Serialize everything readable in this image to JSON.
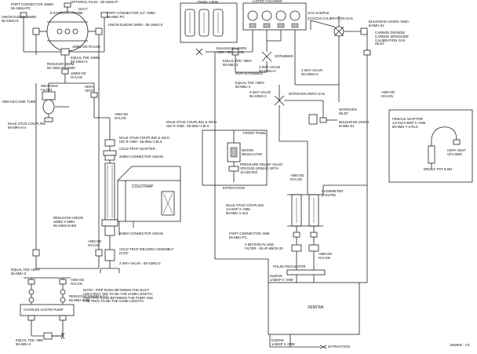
{
  "labels": {
    "cp_top": "PORT CONNECTOR 16MM\n55-16MU-PC",
    "union_elbow": "UNION ELBOW 16MM\n55-16MU-9",
    "optional_plug": "OPTIONAL PLUG - 55-16MU-P",
    "duct": "DUCT",
    "sampling_probe": "8 SAMPLING PROBE",
    "port_conn_top_right": "PORT CONNECTOR 1/4\" <MM>\n55-6MU-PC",
    "union_elbow_right": "UNION ELBOW 16MM - 55-16MU-9",
    "nylon_16mm": "16MM OD NYLON",
    "equal_tee_16mm": "EQUAL TEE 16MM\n55-16MU-3",
    "reducer_16mm": "REDUCER 16MM\n55-16MU-R-16MM",
    "nylon_16mm_b": "16MM OD\nNYLON",
    "weatman_filter": "WEATMAN\nFILTER",
    "hepa_vent_left": "HEPA\nVENT",
    "silicone_tube": "<MM SILICONE TUBE",
    "male_stud_left": "MALE STUD COUPLING\n55-MRA-6-4",
    "nylon_left_mid": "<MM OD\nNYLON",
    "male_stud_center": "MALE STUD COUPLING & INCH\nISO R <MM - 55-6MU-1-8LS",
    "cold_trap_adapter": "COLD TRAP ADAPTER",
    "union_22mm": "22MM CONNECTOR UNION",
    "cold_trap": "COLDTRAP",
    "reducing_union": "REDUCING UNION\n16MM X 8MM\n55-16MU-6-8M",
    "union_22mm_b": "22MM CONNECTOR UNION",
    "nylon_center": "<MM OD\nNYLON",
    "cold_trap_welding": "COLD TRAP WELDING ASSEMBLY\n(CIS)*",
    "three_way_bottom": "3 WAY VALVE - 55-43MU-3",
    "equal_tee_bottom": "EQUAL TEE <MM>\n55-6MU-3",
    "nylon_bottom_left": "<MM OD\nNYLON",
    "charles_austin_pump": "CHARLES AUSTIN PUMP",
    "reducing_union_bottom": "REDUCING UNION 8 X <\n55-8MU-6-4M",
    "equal_tee_bottom2": "EQUAL TEE <MM\n55-6MU-3",
    "note": "NOTE:- PIPE RUNS BETWEEN THE DUCT\nAND FIRST TEE TO BE THE SAME LENGTH,\nAND PIPE RUNS BETWEEN THE PUMP AND\nTHE TEES TO BE THE SAME LENGTH.",
    "panel_view": "PANEL VIEW",
    "listed_columns": "LISTED COLUMNS",
    "gas_sample": "GAS SAMPLE",
    "co_co2_cal": "(CO/CO2 CALIBRATION GAS",
    "bulkhead_union_right": "BULKHEAD UNION <MM>\nB-6MU-61",
    "carbon_dioxide": "CARBON DIOXIDE/\nCARBON MONOXIDE\nCALIBRATION GAS\nINLET",
    "bulkhead_union_mid": "BULKHEAD UNION\n<MM - 55-6MU-61",
    "equal_tee_mid": "EQUAL TEE <MM>\n55-6MU-3",
    "scrubbed": "SCRUBBED",
    "non_scrubbed": "NON-SCRUBBED",
    "three_way_mid": "3 WAY VALVE\n55-43MU-3",
    "three_way_right": "3 WAY VALVE\n55-43MU-3",
    "equal_tee_mid2": "EQUAL TEE <MM>\n55-6MU-3",
    "nitrogen_zero": "NITROGEN ZERO GAS",
    "three_way_mid2": "3 WAY VALVE\n55-43MU-3",
    "nitrogen_inlet": "NITROGEN\nINLET",
    "bulkhead_union_n2": "BULKHEAD UNION\nB-6MU-61",
    "nylon_right": "<MM OD\nNYLON",
    "female_adaptor": "FEMALE ADAPTOR\n1/4 INCH BSP X <MM\n55-6MU-7-4-RLS",
    "hepa_vent_right": "HEPA VENT\nVF2-3900",
    "drock_pst": "DRUCK PST 8,961",
    "male_stud_mid": "MALE STUD COUPLING & INCH\nISO R <MM - 55-6MU-1-8LS",
    "front_panel": "FRONT PANEL",
    "water_regulator": "WATER\nREGULATOR",
    "pressure_relief": "PRESSURE RELIEF VALVE\nVRV2100-100MAG WITH\n10-023-003",
    "extraction_mid": "EXTRACTION",
    "nylon_mid": "<MM OD\nNYLON",
    "flowmeter": "FLOWMETER\n(0-5LPM)",
    "male_stud_flow": "MALE STUD COUPLING\n1/4 BSP X <MM\n55-6MU-1-4LS",
    "port_conn_flow": "PORT CONNECTOR <MM\n55-6MU-PC",
    "inline_filter": "2 MICRON IN LINE\nFILTER - 55-4F-8BOS-20",
    "nylon_flow": "<MM OD\nNYLON",
    "pulse_regulator": "PULSE REGULATOR",
    "elbow_top": "ELBOW\n1/4BSP X <MM",
    "xentra": "XENTRA",
    "elbow_bottom": "ELBOW\n1/4BSP X <MM",
    "extraction_bottom": "EXTRACTION",
    "drawing_no": "D92600 - V3"
  }
}
